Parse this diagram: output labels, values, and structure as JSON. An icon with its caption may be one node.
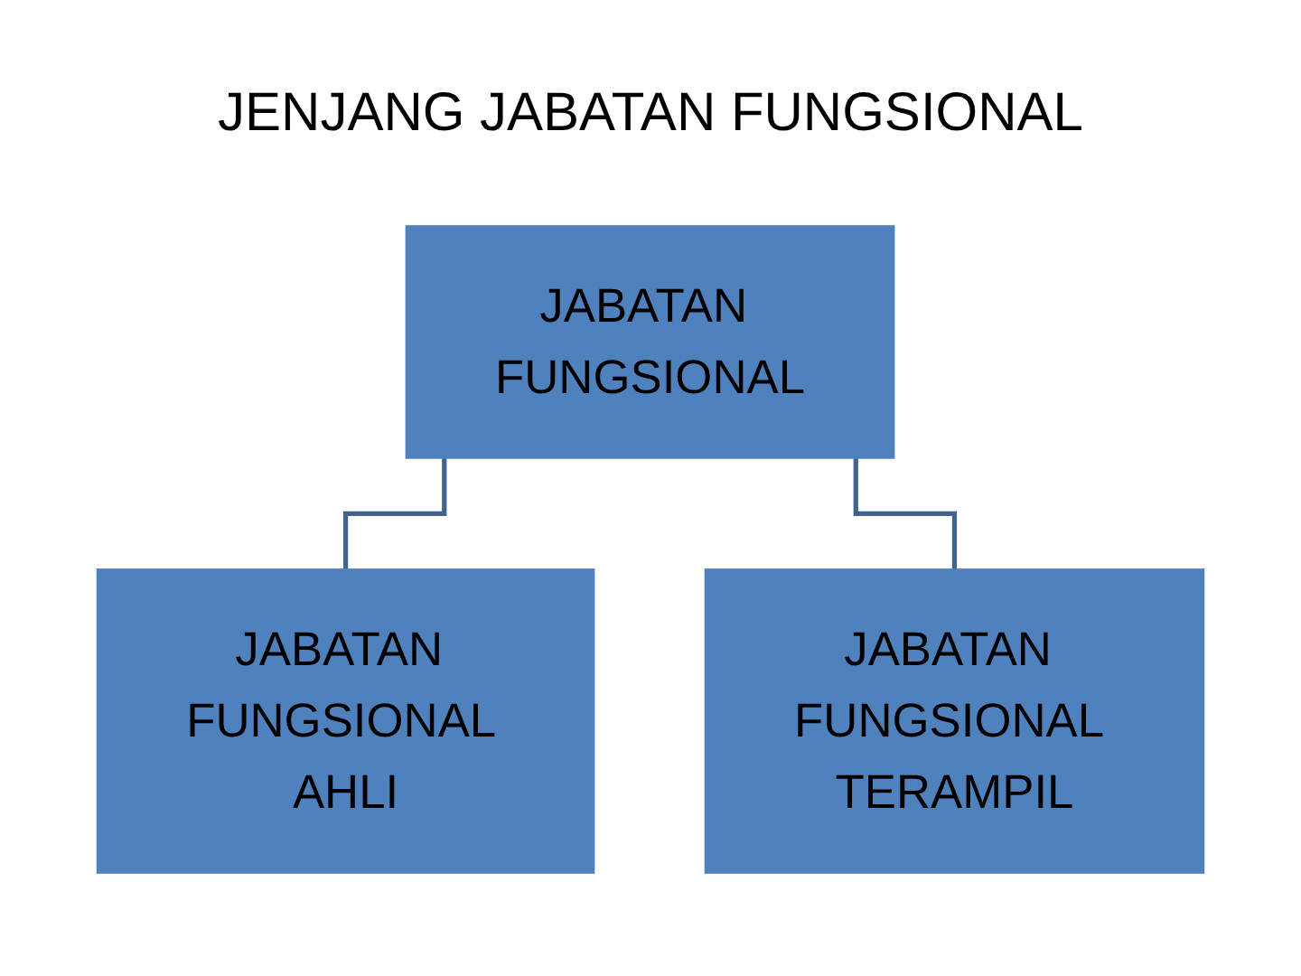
{
  "diagram": {
    "title": "JENJANG JABATAN FUNGSIONAL",
    "nodes": [
      {
        "text": [
          "JABATAN FUNGSIONAL"
        ]
      },
      {
        "text": [
          "JABATAN FUNGSIONAL AHLI"
        ]
      },
      {
        "text": [
          "JABATAN FUNGSIONAL TERAMPIL"
        ]
      }
    ],
    "edges": [
      {
        "from": 0,
        "to": 1,
        "arrow": "none"
      },
      {
        "from": 0,
        "to": 2,
        "arrow": "none"
      }
    ]
  }
}
